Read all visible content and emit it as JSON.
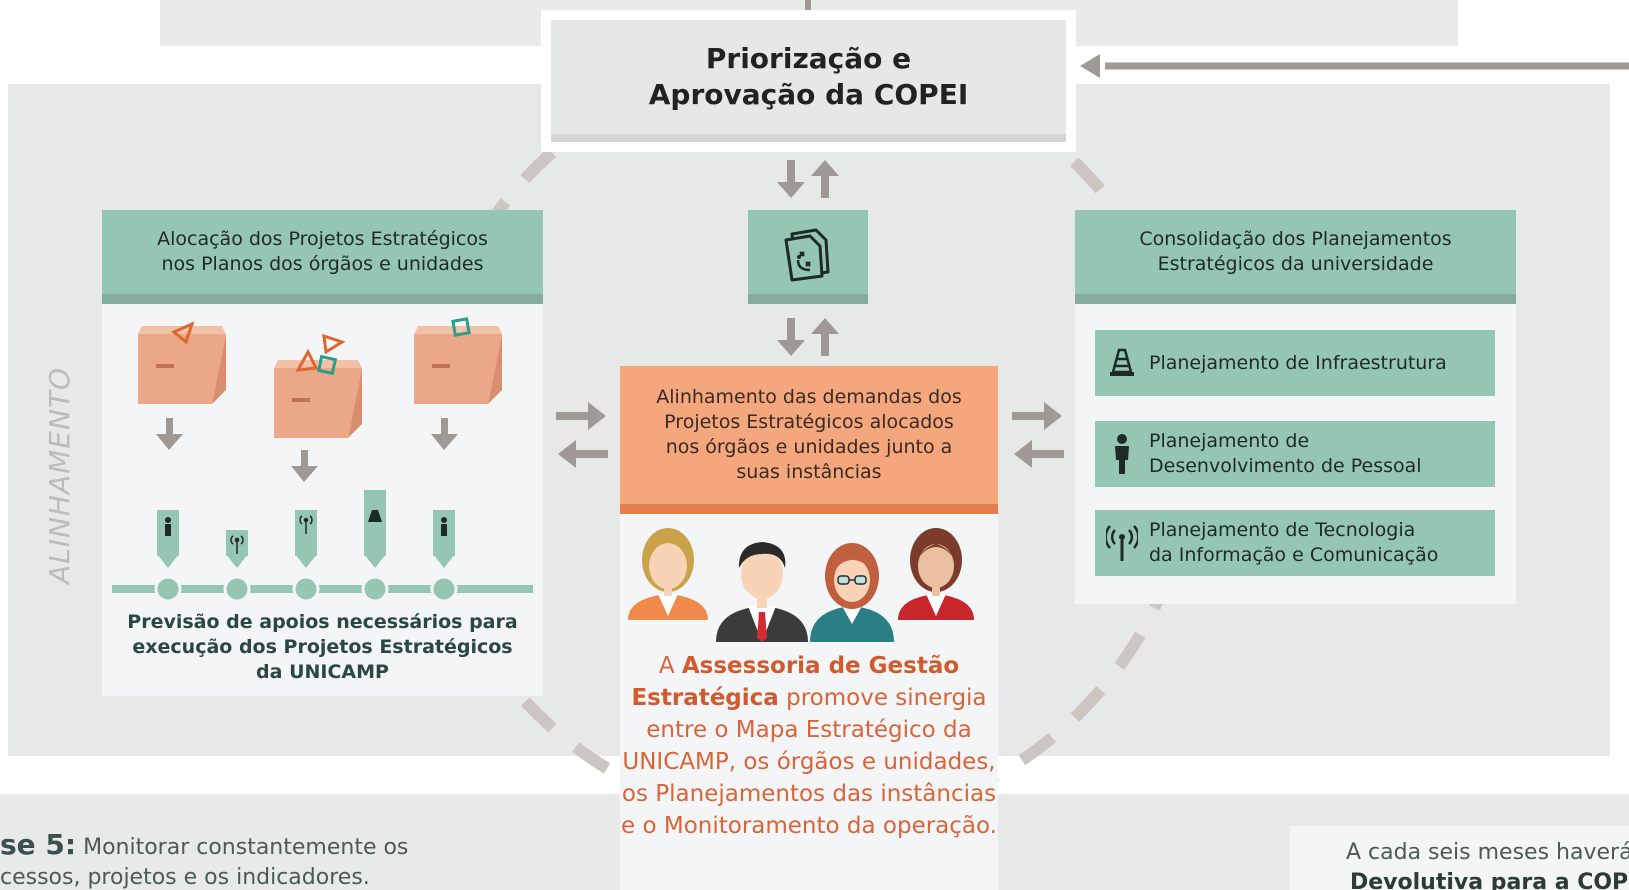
{
  "top_box": {
    "title": "Priorização e\nAprovação da COPEI"
  },
  "left": {
    "header": "Alocação dos Projetos Estratégicos\nnos Planos dos órgãos e unidades",
    "caption": "Previsão de apoios necessários para\nexecução dos Projetos Estratégicos\nda UNICAMP"
  },
  "center": {
    "header": "Alinhamento das demandas dos\nProjetos Estratégicos alocados\nnos órgãos e unidades junto a\nsuas instâncias",
    "icon": "strategy-document-icon",
    "text_pre": "A ",
    "text_bold": "Assessoria de Gestão Estratégica",
    "text_post": " promove sinergia entre o Mapa Estratégico da UNICAMP, os órgãos e unidades, os Planejamentos das instâncias e o Monitoramento da operação."
  },
  "right": {
    "header": "Consolidação dos Planejamentos\nEstratégicos da universidade",
    "items": [
      {
        "icon": "traffic-cone-icon",
        "label": "Planejamento de Infraestrutura"
      },
      {
        "icon": "person-icon",
        "label": "Planejamento de\nDesenvolvimento de Pessoal"
      },
      {
        "icon": "antenna-icon",
        "label": "Planejamento de Tecnologia\nda Informação e Comunicação"
      }
    ]
  },
  "side_label": "ALINHAMENTO",
  "bottom_left": {
    "strong": "se 5:",
    "text1": " Monitorar constantemente os",
    "text2": "cessos, projetos e os indicadores."
  },
  "bottom_right": {
    "line1": "A cada seis meses haverá u",
    "line2": "Devolutiva para a COPEI"
  },
  "colors": {
    "green": "#94c6b3",
    "green_dark": "#84ad9e",
    "orange": "#f4a67c",
    "orange_dark": "#e57e4f",
    "arrow_gray": "#9e9995",
    "box_salmon": "#eaa888",
    "teal": "#2a9d8f",
    "triangle_orange": "#e0662f"
  }
}
